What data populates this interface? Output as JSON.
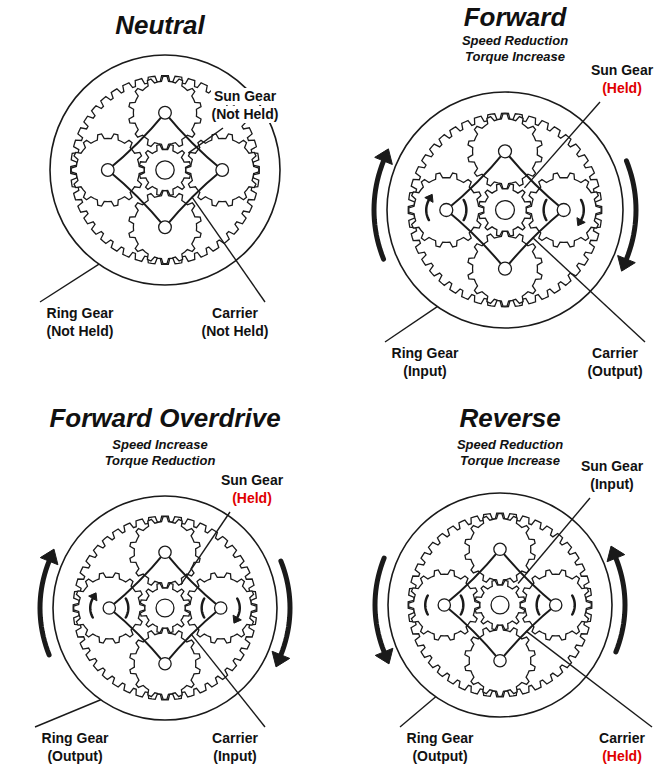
{
  "diagram": {
    "labels": [
      "Neutral",
      "Sun Gear",
      "(Not Held)",
      "Ring Gear",
      "(Not Held)",
      "Carrier",
      "(Not Held)",
      "Forward",
      "Speed Reduction Torque Increase",
      "Sun Gear",
      "(Held)",
      "Ring Gear",
      "(Input)",
      "Carrier",
      "(Output)",
      "Forward Overdrive",
      "Speed Increase Torque Reduction",
      "Sun Gear",
      "(Held)",
      "Ring Gear",
      "(Output)",
      "Carrier",
      "(Input)",
      "Reverse",
      "Speed Reduction Torque Increase",
      "Sun Gear",
      "(Input)",
      "Ring Gear",
      "(Output)",
      "Carrier",
      "(Held)"
    ]
  }
}
